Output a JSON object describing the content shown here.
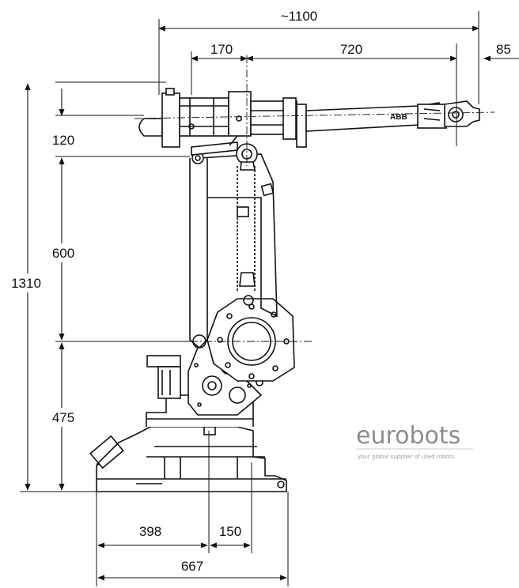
{
  "dimensions": {
    "total_reach": "~1100",
    "upper_arm_offset": "170",
    "forearm_length": "720",
    "wrist_offset": "85",
    "shoulder_offset": "120",
    "lower_arm_length": "600",
    "total_height": "1310",
    "base_height": "475",
    "base_rear": "398",
    "base_front": "150",
    "base_length": "667"
  },
  "brand_marking": "ABB",
  "watermark": {
    "name": "eurobots",
    "tagline": "your global supplier of used robots"
  }
}
